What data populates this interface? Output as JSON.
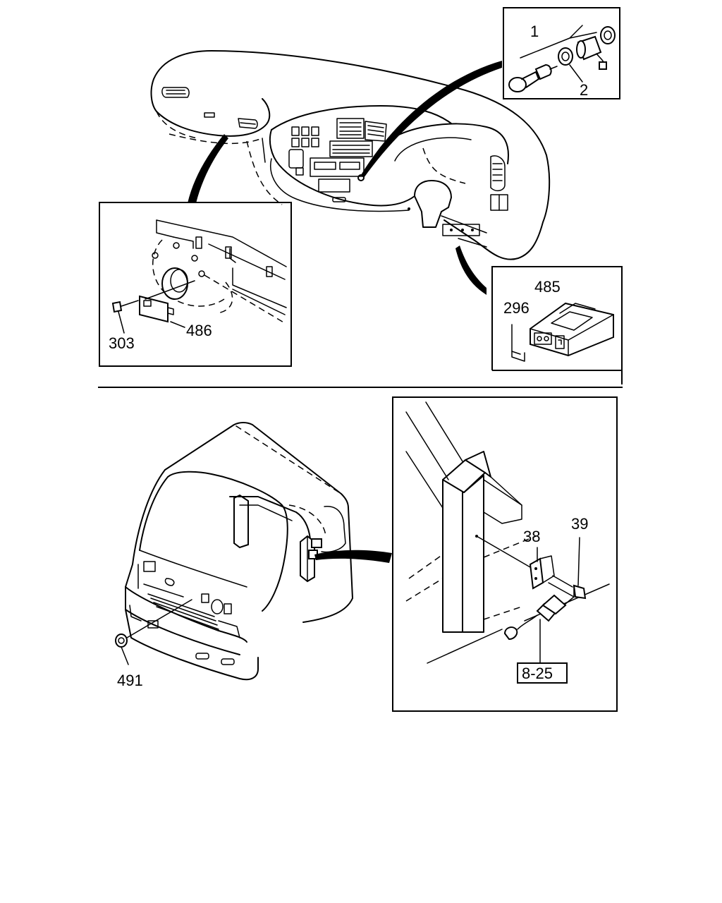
{
  "callouts": {
    "c1": "1",
    "c2": "2",
    "c485": "485",
    "c296": "296",
    "c303": "303",
    "c486": "486",
    "c39": "39",
    "c38": "38",
    "c491": "491",
    "c8_25": "8-25"
  }
}
